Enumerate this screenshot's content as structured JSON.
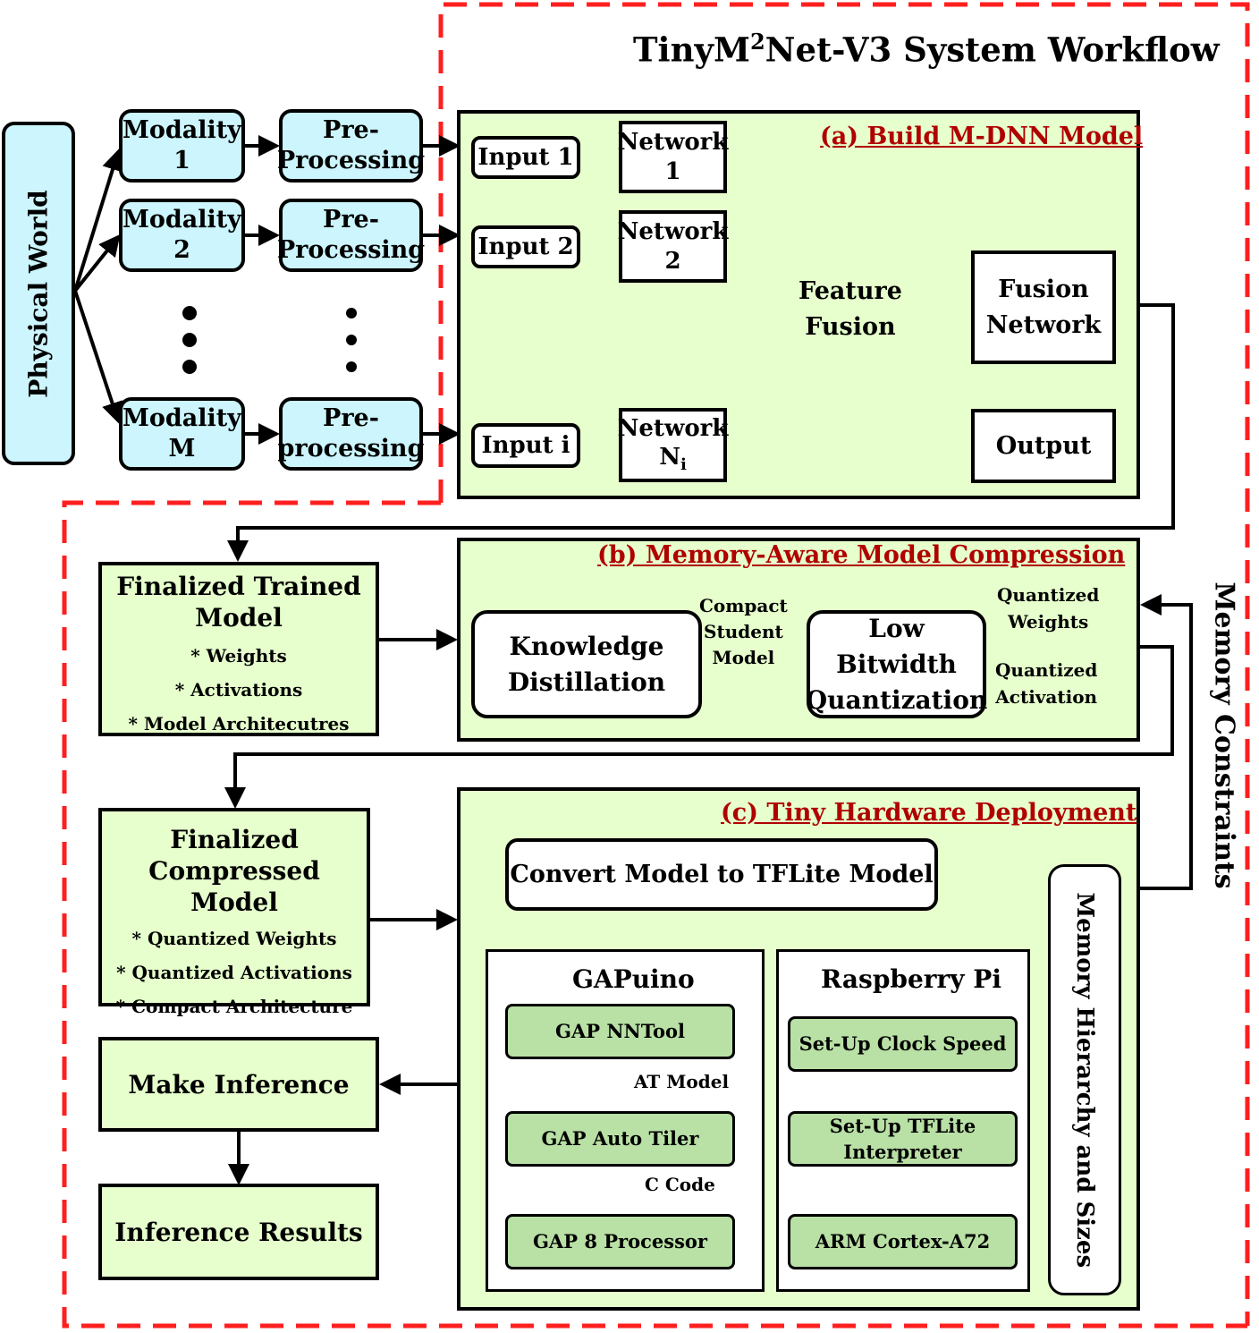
{
  "title": {
    "main": "TinyM",
    "sup": "2",
    "rest": "Net-V3 System Workflow"
  },
  "physical_world": "Physical World",
  "modalities": [
    {
      "label": "Modality",
      "index": "1",
      "pre1": "Pre-",
      "pre2": "Processing"
    },
    {
      "label": "Modality",
      "index": "2",
      "pre1": "Pre-",
      "pre2": "Processing"
    },
    {
      "label": "Modality",
      "index": "M",
      "pre1": "Pre-",
      "pre2": "processing"
    }
  ],
  "build": {
    "title": "(a) Build M-DNN Model",
    "inputs": [
      "Input 1",
      "Input 2",
      "Input i"
    ],
    "networks": [
      {
        "label": "Network",
        "index": "1"
      },
      {
        "label": "Network",
        "index": "2"
      },
      {
        "label": "Network",
        "index": "N",
        "sub": "i"
      }
    ],
    "feature_fusion": [
      "Feature",
      "Fusion"
    ],
    "fusion_network": [
      "Fusion",
      "Network"
    ],
    "output": "Output"
  },
  "trained": {
    "title": [
      "Finalized Trained",
      "Model"
    ],
    "items": [
      "* Weights",
      "* Activations",
      "* Model Architecutres"
    ]
  },
  "compression": {
    "title": "(b) Memory-Aware Model Compression",
    "kd": [
      "Knowledge",
      "Distillation"
    ],
    "student": [
      "Compact",
      "Student",
      "Model"
    ],
    "lbq": [
      "Low Bitwidth",
      "Quantization"
    ],
    "qw": [
      "Quantized",
      "Weights"
    ],
    "qa": [
      "Quantized",
      "Activation"
    ]
  },
  "memory_constraints": "Memory Constraints",
  "compressed": {
    "title": [
      "Finalized",
      "Compressed Model"
    ],
    "items": [
      "* Quantized Weights",
      "* Quantized Activations",
      "* Compact Architecture"
    ]
  },
  "deploy": {
    "title": "(c) Tiny Hardware Deployment",
    "convert": "Convert Model to TFLite Model",
    "gap": {
      "name": "GAPuino",
      "steps": [
        "GAP NNTool",
        "GAP Auto Tiler",
        "GAP 8 Processor"
      ],
      "edges": [
        "AT Model",
        "C Code"
      ]
    },
    "rpi": {
      "name": "Raspberry Pi",
      "steps": [
        "Set-Up Clock Speed",
        "Set-Up TFLite",
        "Interpreter",
        "ARM Cortex-A72"
      ]
    },
    "mem_hier": "Memory Hierarchy and Sizes"
  },
  "make_inference": "Make Inference",
  "inference_results": "Inference Results"
}
